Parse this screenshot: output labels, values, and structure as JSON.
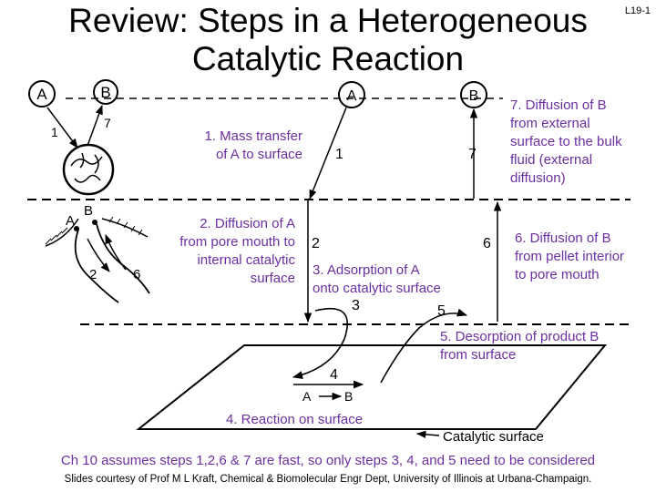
{
  "slide": {
    "id": "L19-1",
    "title_line1": "Review: Steps in a Heterogeneous",
    "title_line2": "Catalytic Reaction"
  },
  "diagram": {
    "species_a": "A",
    "species_b": "B",
    "step_numbers": [
      "1",
      "2",
      "3",
      "4",
      "5",
      "6",
      "7"
    ],
    "reaction_label_a": "A",
    "reaction_label_b": "B",
    "surface_label": "Catalytic surface"
  },
  "annotations": {
    "step1": [
      "1. Mass transfer",
      "of A to surface"
    ],
    "step2": [
      "2. Diffusion of A",
      "from pore mouth to",
      "internal catalytic",
      "surface"
    ],
    "step3": [
      "3. Adsorption of A",
      "onto catalytic surface"
    ],
    "step4": [
      "4. Reaction on surface"
    ],
    "step5": [
      "5. Desorption of product B",
      "from surface"
    ],
    "step6": [
      "6. Diffusion of B",
      "from pellet interior",
      "to pore mouth"
    ],
    "step7": [
      "7. Diffusion of B",
      "from external",
      "surface to the bulk",
      "fluid (external",
      "diffusion)"
    ]
  },
  "footer": {
    "note": "Ch 10 assumes steps 1,2,6 & 7 are fast, so only steps 3, 4, and 5 need to be considered",
    "credit": "Slides courtesy of Prof M L Kraft, Chemical & Biomolecular Engr Dept, University of Illinois at Urbana-Champaign."
  },
  "colors": {
    "annotation": "#6b2fa0",
    "ink": "#000000"
  }
}
